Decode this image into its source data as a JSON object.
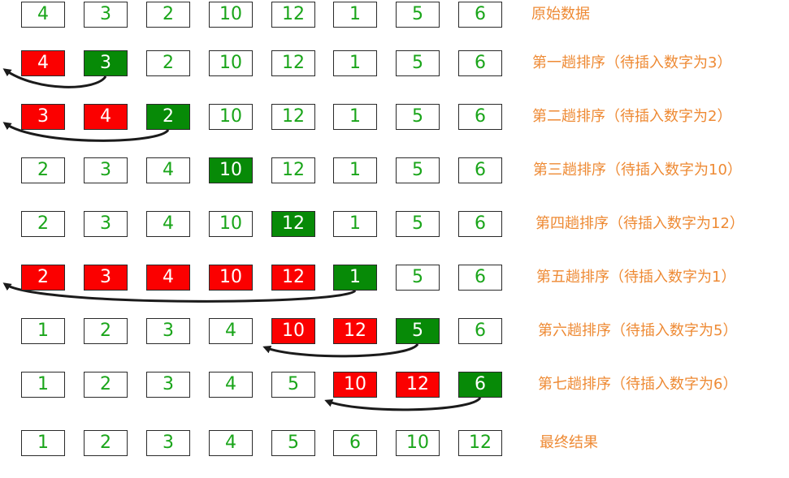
{
  "colors": {
    "text": "#1aa51a",
    "highlight_red": "#fb0000",
    "highlight_green": "#078a07",
    "label": "#ee8a34"
  },
  "rows": [
    {
      "label": "原始数据",
      "values": [
        "4",
        "3",
        "2",
        "10",
        "12",
        "1",
        "5",
        "6"
      ],
      "red": [],
      "green": []
    },
    {
      "label": "第一趟排序（待插入数字为3）",
      "values": [
        "4",
        "3",
        "2",
        "10",
        "12",
        "1",
        "5",
        "6"
      ],
      "red": [
        0
      ],
      "green": [
        1
      ]
    },
    {
      "label": "第二趟排序（待插入数字为2）",
      "values": [
        "3",
        "4",
        "2",
        "10",
        "12",
        "1",
        "5",
        "6"
      ],
      "red": [
        0,
        1
      ],
      "green": [
        2
      ]
    },
    {
      "label": "第三趟排序（待插入数字为10）",
      "values": [
        "2",
        "3",
        "4",
        "10",
        "12",
        "1",
        "5",
        "6"
      ],
      "red": [],
      "green": [
        3
      ]
    },
    {
      "label": "第四趟排序（待插入数字为12）",
      "values": [
        "2",
        "3",
        "4",
        "10",
        "12",
        "1",
        "5",
        "6"
      ],
      "red": [],
      "green": [
        4
      ]
    },
    {
      "label": "第五趟排序（待插入数字为1）",
      "values": [
        "2",
        "3",
        "4",
        "10",
        "12",
        "1",
        "5",
        "6"
      ],
      "red": [
        0,
        1,
        2,
        3,
        4
      ],
      "green": [
        5
      ]
    },
    {
      "label": "第六趟排序（待插入数字为5）",
      "values": [
        "1",
        "2",
        "3",
        "4",
        "10",
        "12",
        "5",
        "6"
      ],
      "red": [
        4,
        5
      ],
      "green": [
        6
      ]
    },
    {
      "label": "第七趟排序（待插入数字为6）",
      "values": [
        "1",
        "2",
        "3",
        "4",
        "5",
        "10",
        "12",
        "6"
      ],
      "red": [
        5,
        6
      ],
      "green": [
        7
      ]
    },
    {
      "label": "最终结果",
      "values": [
        "1",
        "2",
        "3",
        "4",
        "5",
        "6",
        "10",
        "12"
      ],
      "red": [],
      "green": []
    }
  ],
  "arrows": [
    {
      "row": 1,
      "from": 1,
      "to": 0
    },
    {
      "row": 2,
      "from": 2,
      "to": 0
    },
    {
      "row": 5,
      "from": 5,
      "to": 0
    },
    {
      "row": 6,
      "from": 6,
      "to": 4
    },
    {
      "row": 7,
      "from": 7,
      "to": 5
    }
  ]
}
